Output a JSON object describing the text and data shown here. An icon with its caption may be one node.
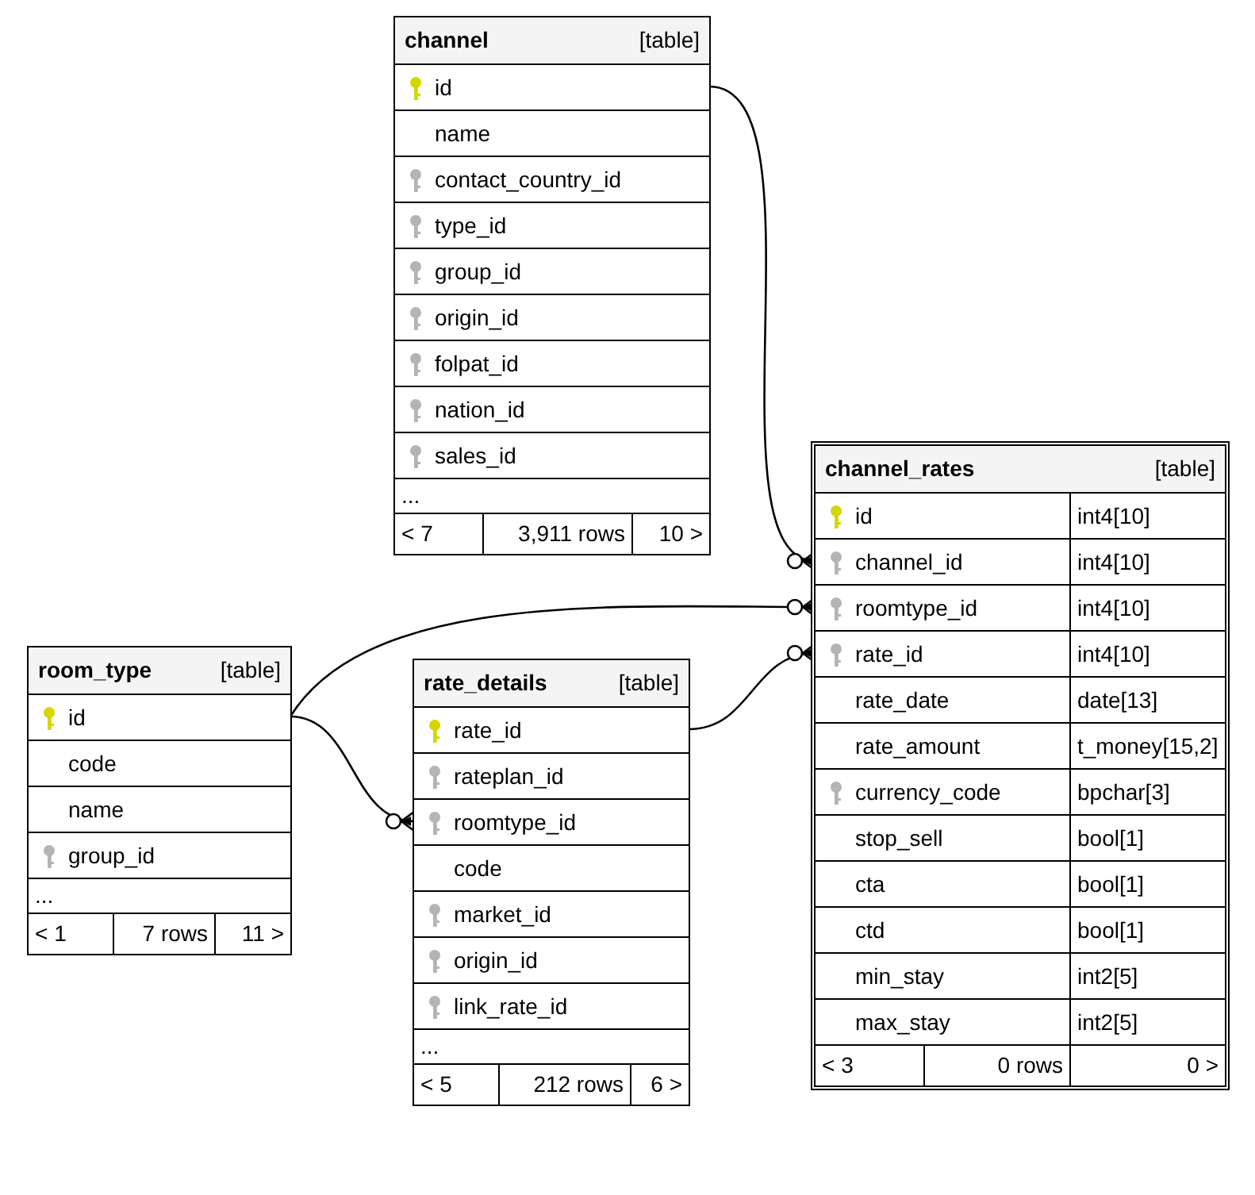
{
  "diagram": {
    "nodes": [
      {
        "text": [
          "channel",
          "[table]"
        ]
      },
      {
        "text": [
          "id"
        ],
        "in": 0
      },
      {
        "text": [
          "name"
        ],
        "in": 0
      },
      {
        "text": [
          "contact_country_id"
        ],
        "in": 0
      },
      {
        "text": [
          "type_id"
        ],
        "in": 0
      },
      {
        "text": [
          "group_id"
        ],
        "in": 0
      },
      {
        "text": [
          "origin_id"
        ],
        "in": 0
      },
      {
        "text": [
          "folpat_id"
        ],
        "in": 0
      },
      {
        "text": [
          "nation_id"
        ],
        "in": 0
      },
      {
        "text": [
          "sales_id"
        ],
        "in": 0
      },
      {
        "text": [
          "..."
        ],
        "in": 0
      },
      {
        "text": [
          "< 7",
          "3,911 rows",
          "10 >"
        ],
        "in": 0
      },
      {
        "text": [
          "channel_rates",
          "[table]"
        ]
      },
      {
        "text": [
          "id",
          "int4[10]"
        ],
        "in": 12
      },
      {
        "text": [
          "channel_id",
          "int4[10]"
        ],
        "in": 12
      },
      {
        "text": [
          "roomtype_id",
          "int4[10]"
        ],
        "in": 12
      },
      {
        "text": [
          "rate_id",
          "int4[10]"
        ],
        "in": 12
      },
      {
        "text": [
          "rate_date",
          "date[13]"
        ],
        "in": 12
      },
      {
        "text": [
          "rate_amount",
          "t_money[15,2]"
        ],
        "in": 12
      },
      {
        "text": [
          "currency_code",
          "bpchar[3]"
        ],
        "in": 12
      },
      {
        "text": [
          "stop_sell",
          "bool[1]"
        ],
        "in": 12
      },
      {
        "text": [
          "cta",
          "bool[1]"
        ],
        "in": 12
      },
      {
        "text": [
          "ctd",
          "bool[1]"
        ],
        "in": 12
      },
      {
        "text": [
          "min_stay",
          "int2[5]"
        ],
        "in": 12
      },
      {
        "text": [
          "max_stay",
          "int2[5]"
        ],
        "in": 12
      },
      {
        "text": [
          "< 3",
          "0 rows",
          "0 >"
        ],
        "in": 12
      },
      {
        "text": [
          "room_type",
          "[table]"
        ]
      },
      {
        "text": [
          "id"
        ],
        "in": 26
      },
      {
        "text": [
          "code"
        ],
        "in": 26
      },
      {
        "text": [
          "name"
        ],
        "in": 26
      },
      {
        "text": [
          "group_id"
        ],
        "in": 26
      },
      {
        "text": [
          "..."
        ],
        "in": 26
      },
      {
        "text": [
          "< 1",
          "7 rows",
          "11 >"
        ],
        "in": 26
      },
      {
        "text": [
          "rate_details",
          "[table]"
        ]
      },
      {
        "text": [
          "rate_id"
        ],
        "in": 33
      },
      {
        "text": [
          "rateplan_id"
        ],
        "in": 33
      },
      {
        "text": [
          "roomtype_id"
        ],
        "in": 33
      },
      {
        "text": [
          "code"
        ],
        "in": 33
      },
      {
        "text": [
          "market_id"
        ],
        "in": 33
      },
      {
        "text": [
          "origin_id"
        ],
        "in": 33
      },
      {
        "text": [
          "link_rate_id"
        ],
        "in": 33
      },
      {
        "text": [
          "..."
        ],
        "in": 33
      },
      {
        "text": [
          "< 5",
          "212 rows",
          "6 >"
        ],
        "in": 33
      }
    ],
    "edges": [
      {
        "from": 1,
        "to": 14,
        "arrow": "other"
      },
      {
        "from": 27,
        "to": 15,
        "arrow": "other"
      },
      {
        "from": 27,
        "to": 36,
        "arrow": "other"
      },
      {
        "from": 34,
        "to": 16,
        "arrow": "other"
      }
    ]
  }
}
